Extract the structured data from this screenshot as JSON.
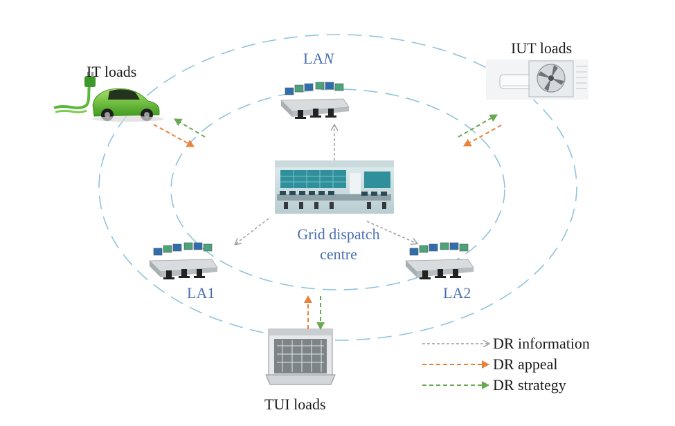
{
  "nodes": {
    "it_loads": "IT loads",
    "iut_loads": "IUT loads",
    "tui_loads": "TUI loads",
    "la_n_prefix": "LA",
    "la_n_suffix": "N",
    "la1": "LA1",
    "la2": "LA2",
    "grid_line1": "Grid dispatch",
    "grid_line2": "centre"
  },
  "legend": {
    "info": "DR information",
    "appeal": "DR appeal",
    "strategy": "DR strategy"
  },
  "colors": {
    "ring": "#8fc3dc",
    "info": "#9a9a9a",
    "appeal": "#e8823a",
    "strategy": "#6aa84f",
    "label_blue": "#4a6fb0"
  }
}
